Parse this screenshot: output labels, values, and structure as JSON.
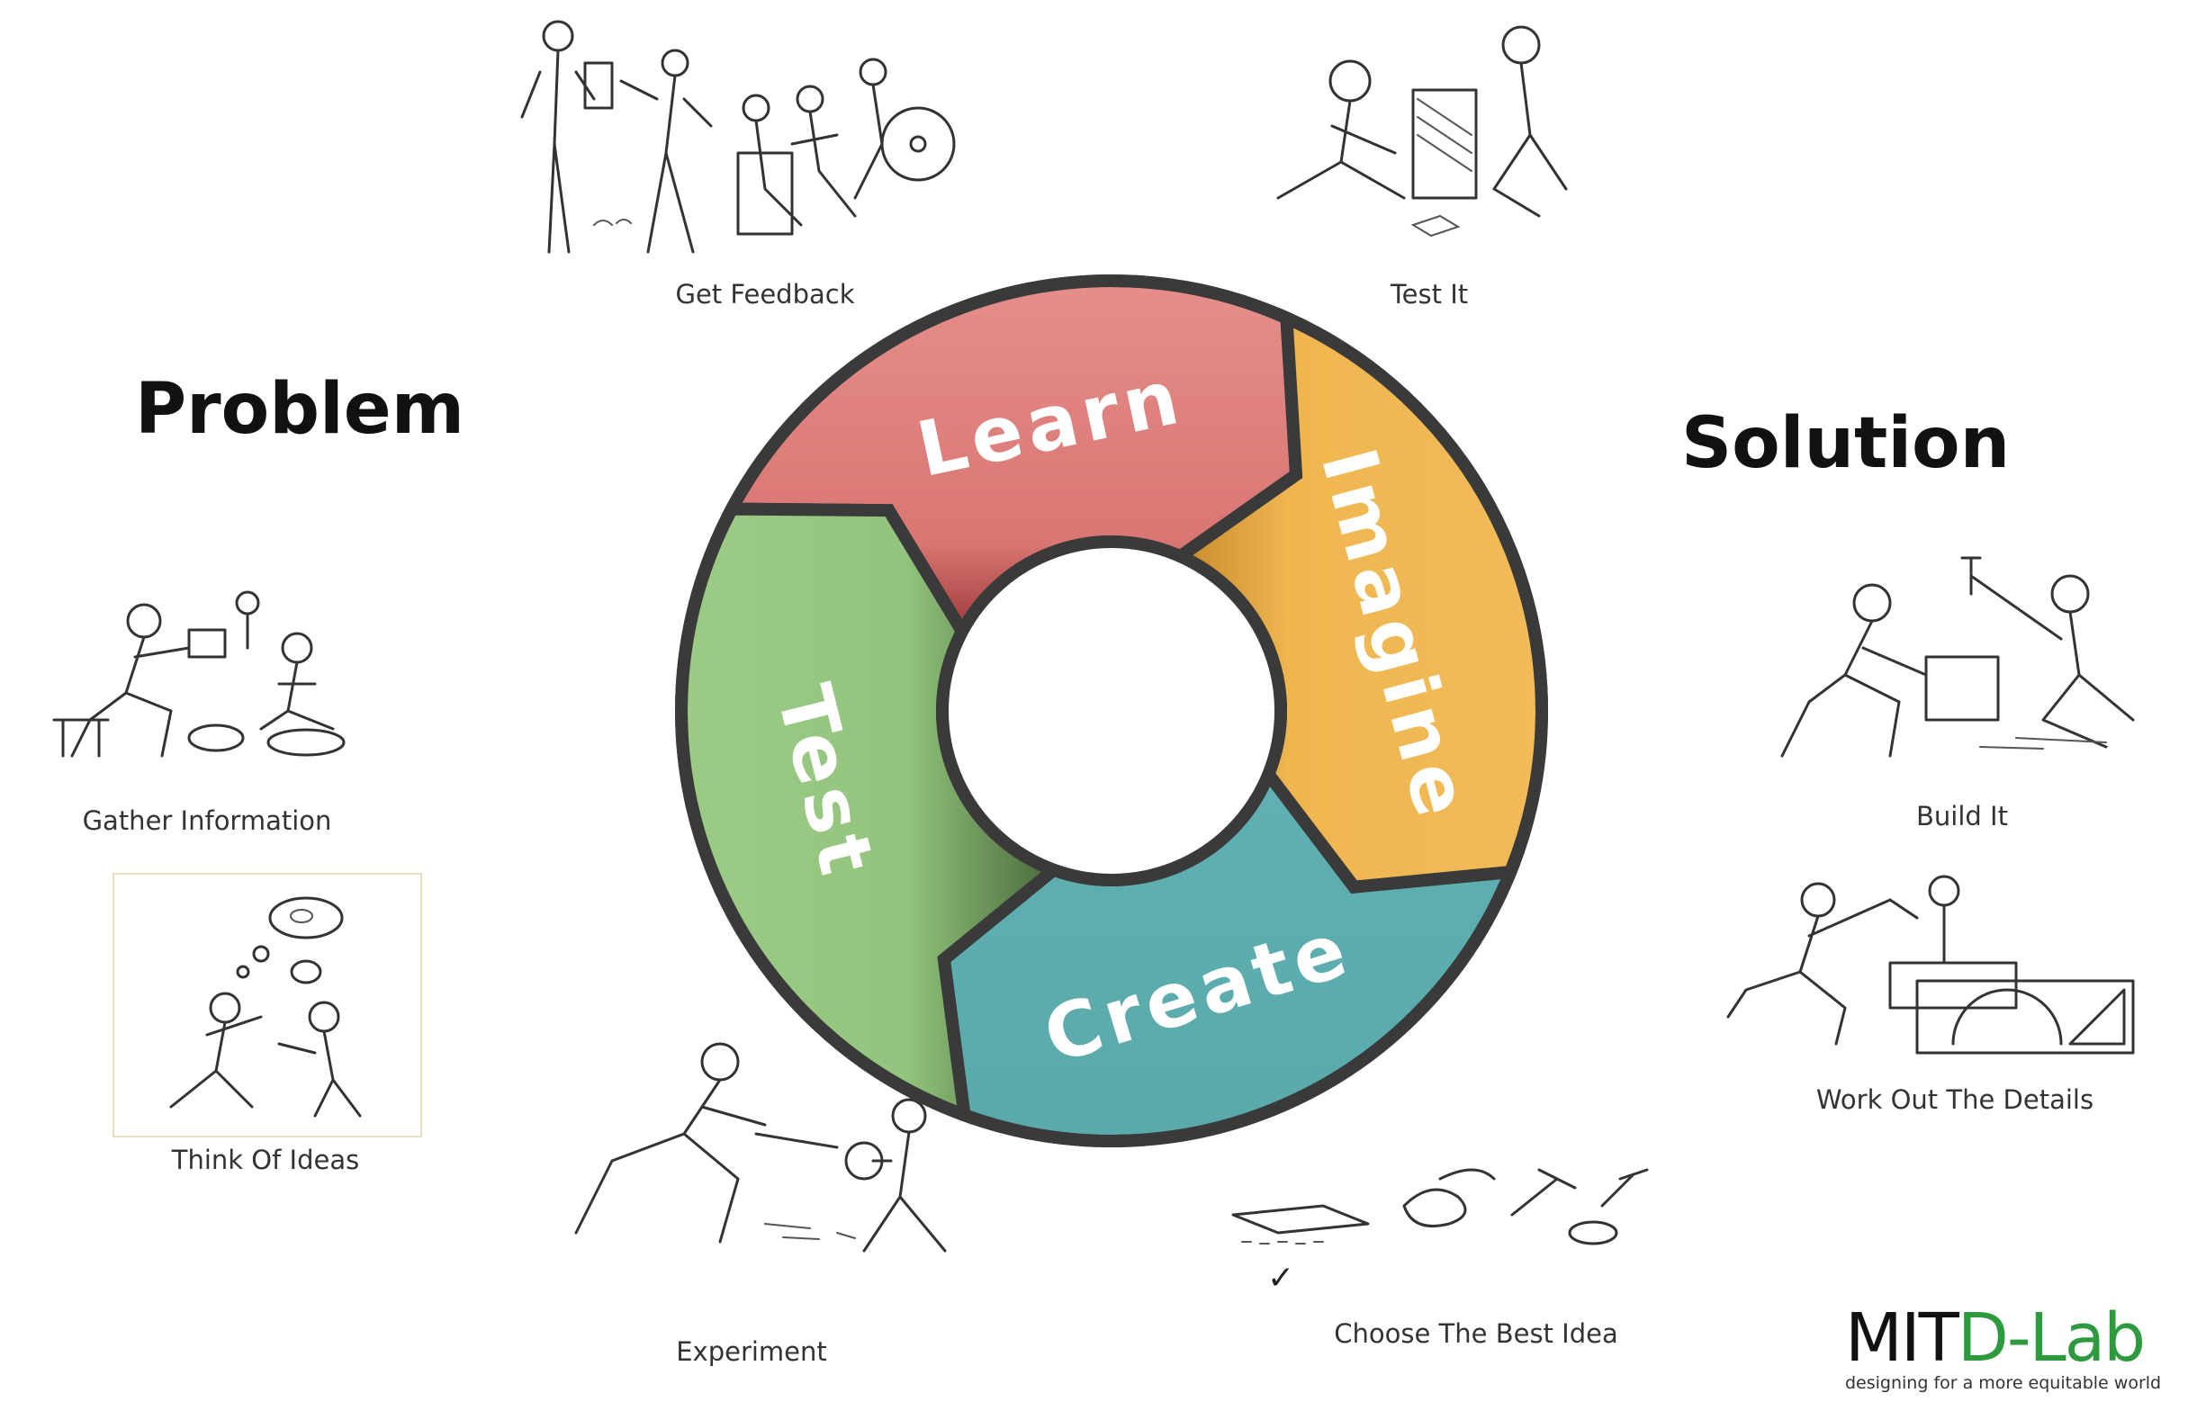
{
  "headings": {
    "problem": "Problem",
    "solution": "Solution"
  },
  "cycle": {
    "segments": [
      {
        "label": "Learn",
        "color": "#e07f7c"
      },
      {
        "label": "Imagine",
        "color": "#efb650"
      },
      {
        "label": "Create",
        "color": "#5fb0b2"
      },
      {
        "label": "Test",
        "color": "#93c47d"
      }
    ],
    "outline_color": "#3a3a3a"
  },
  "steps": {
    "get_feedback": "Get Feedback",
    "test_it": "Test It",
    "gather_information": "Gather Information",
    "think_of_ideas": "Think Of Ideas",
    "build_it": "Build It",
    "work_out_details": "Work Out The Details",
    "experiment": "Experiment",
    "choose_best_idea": "Choose The Best Idea",
    "checkmark": "✓"
  },
  "logo": {
    "mit": "MIT",
    "dlab": "D-Lab",
    "tagline": "designing for a more equitable world",
    "color": "#2e9a3e"
  }
}
